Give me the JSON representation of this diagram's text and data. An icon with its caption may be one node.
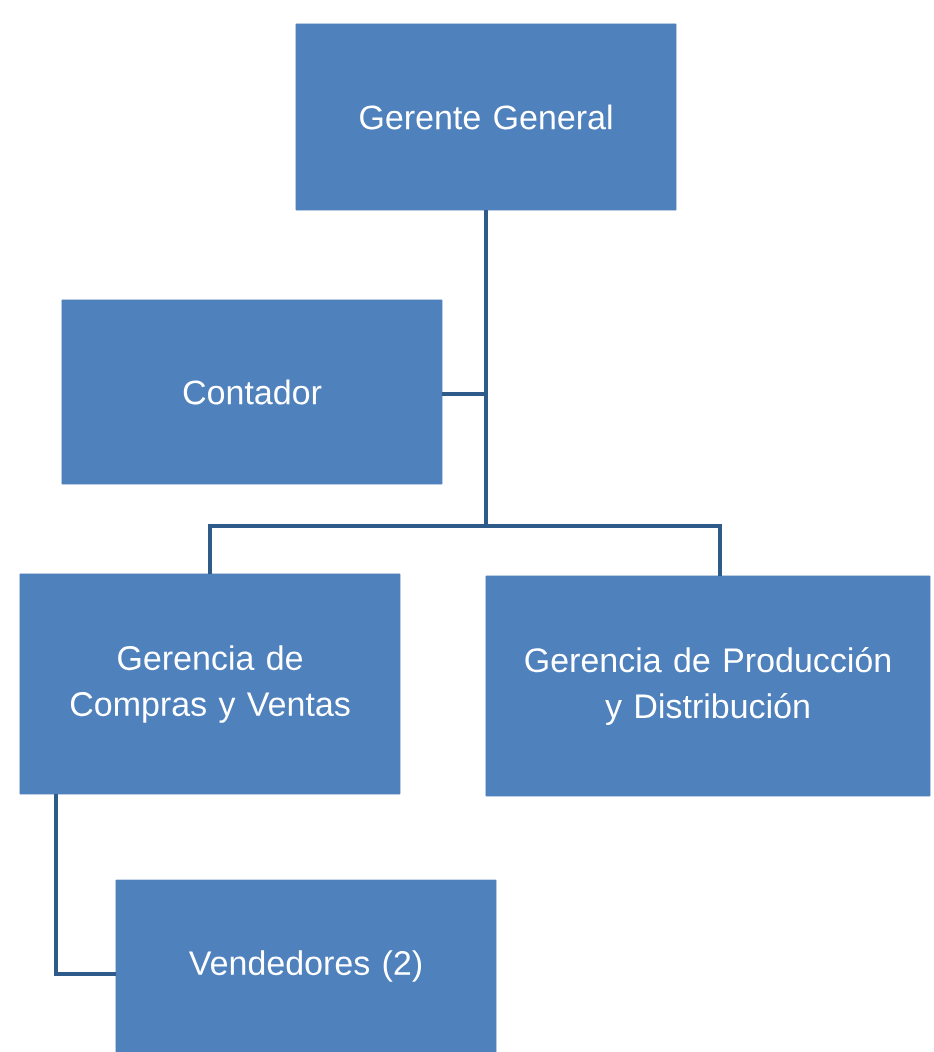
{
  "diagram": {
    "nodes": [
      {
        "text": [
          "Gerente General"
        ]
      },
      {
        "text": [
          "Contador"
        ]
      },
      {
        "text": [
          "Gerencia de Compras y Ventas"
        ]
      },
      {
        "text": [
          "Gerencia de Producción y Distribución"
        ]
      },
      {
        "text": [
          "Vendedores (2)"
        ]
      }
    ],
    "edges": [
      {
        "from": 0,
        "to": 1,
        "arrow": "none"
      },
      {
        "from": 0,
        "to": 2,
        "arrow": "none"
      },
      {
        "from": 0,
        "to": 3,
        "arrow": "none"
      },
      {
        "from": 2,
        "to": 4,
        "arrow": "none"
      }
    ]
  }
}
